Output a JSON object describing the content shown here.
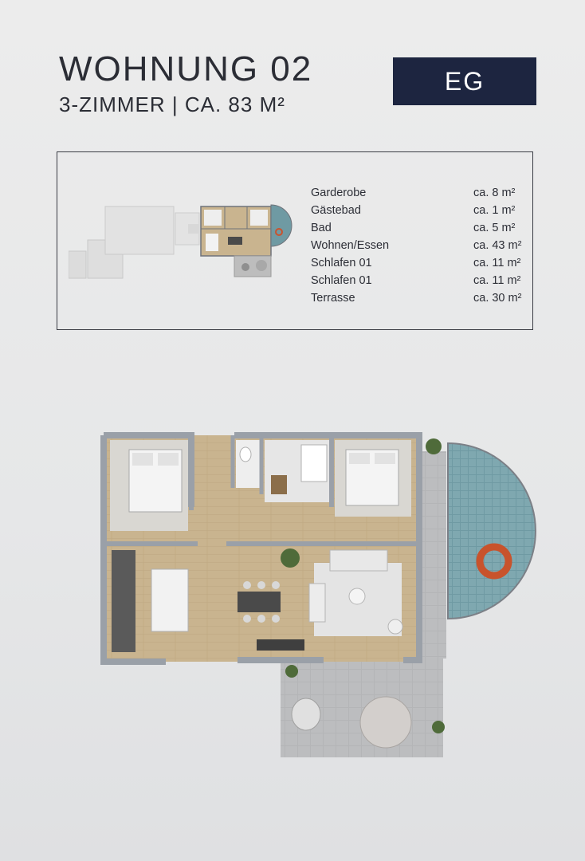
{
  "header": {
    "title": "WOHNUNG 02",
    "subtitle": "3-ZIMMER | CA. 83 M²",
    "floor": "EG"
  },
  "rooms": [
    {
      "name": "Garderobe",
      "area": "ca.  8 m²"
    },
    {
      "name": "Gästebad",
      "area": "ca.  1 m²"
    },
    {
      "name": "Bad",
      "area": "ca.  5 m²"
    },
    {
      "name": "Wohnen/Essen",
      "area": "ca. 43 m²"
    },
    {
      "name": "Schlafen 01",
      "area": "ca. 11 m²"
    },
    {
      "name": "Schlafen 01",
      "area": "ca. 11 m²"
    },
    {
      "name": "Terrasse",
      "area": "ca. 30 m²"
    }
  ],
  "colors": {
    "badge_background": "#1d2540",
    "floor_wood": "#c9b48f",
    "wall": "#9aa0a8",
    "pool_water": "#6f9aa3"
  }
}
